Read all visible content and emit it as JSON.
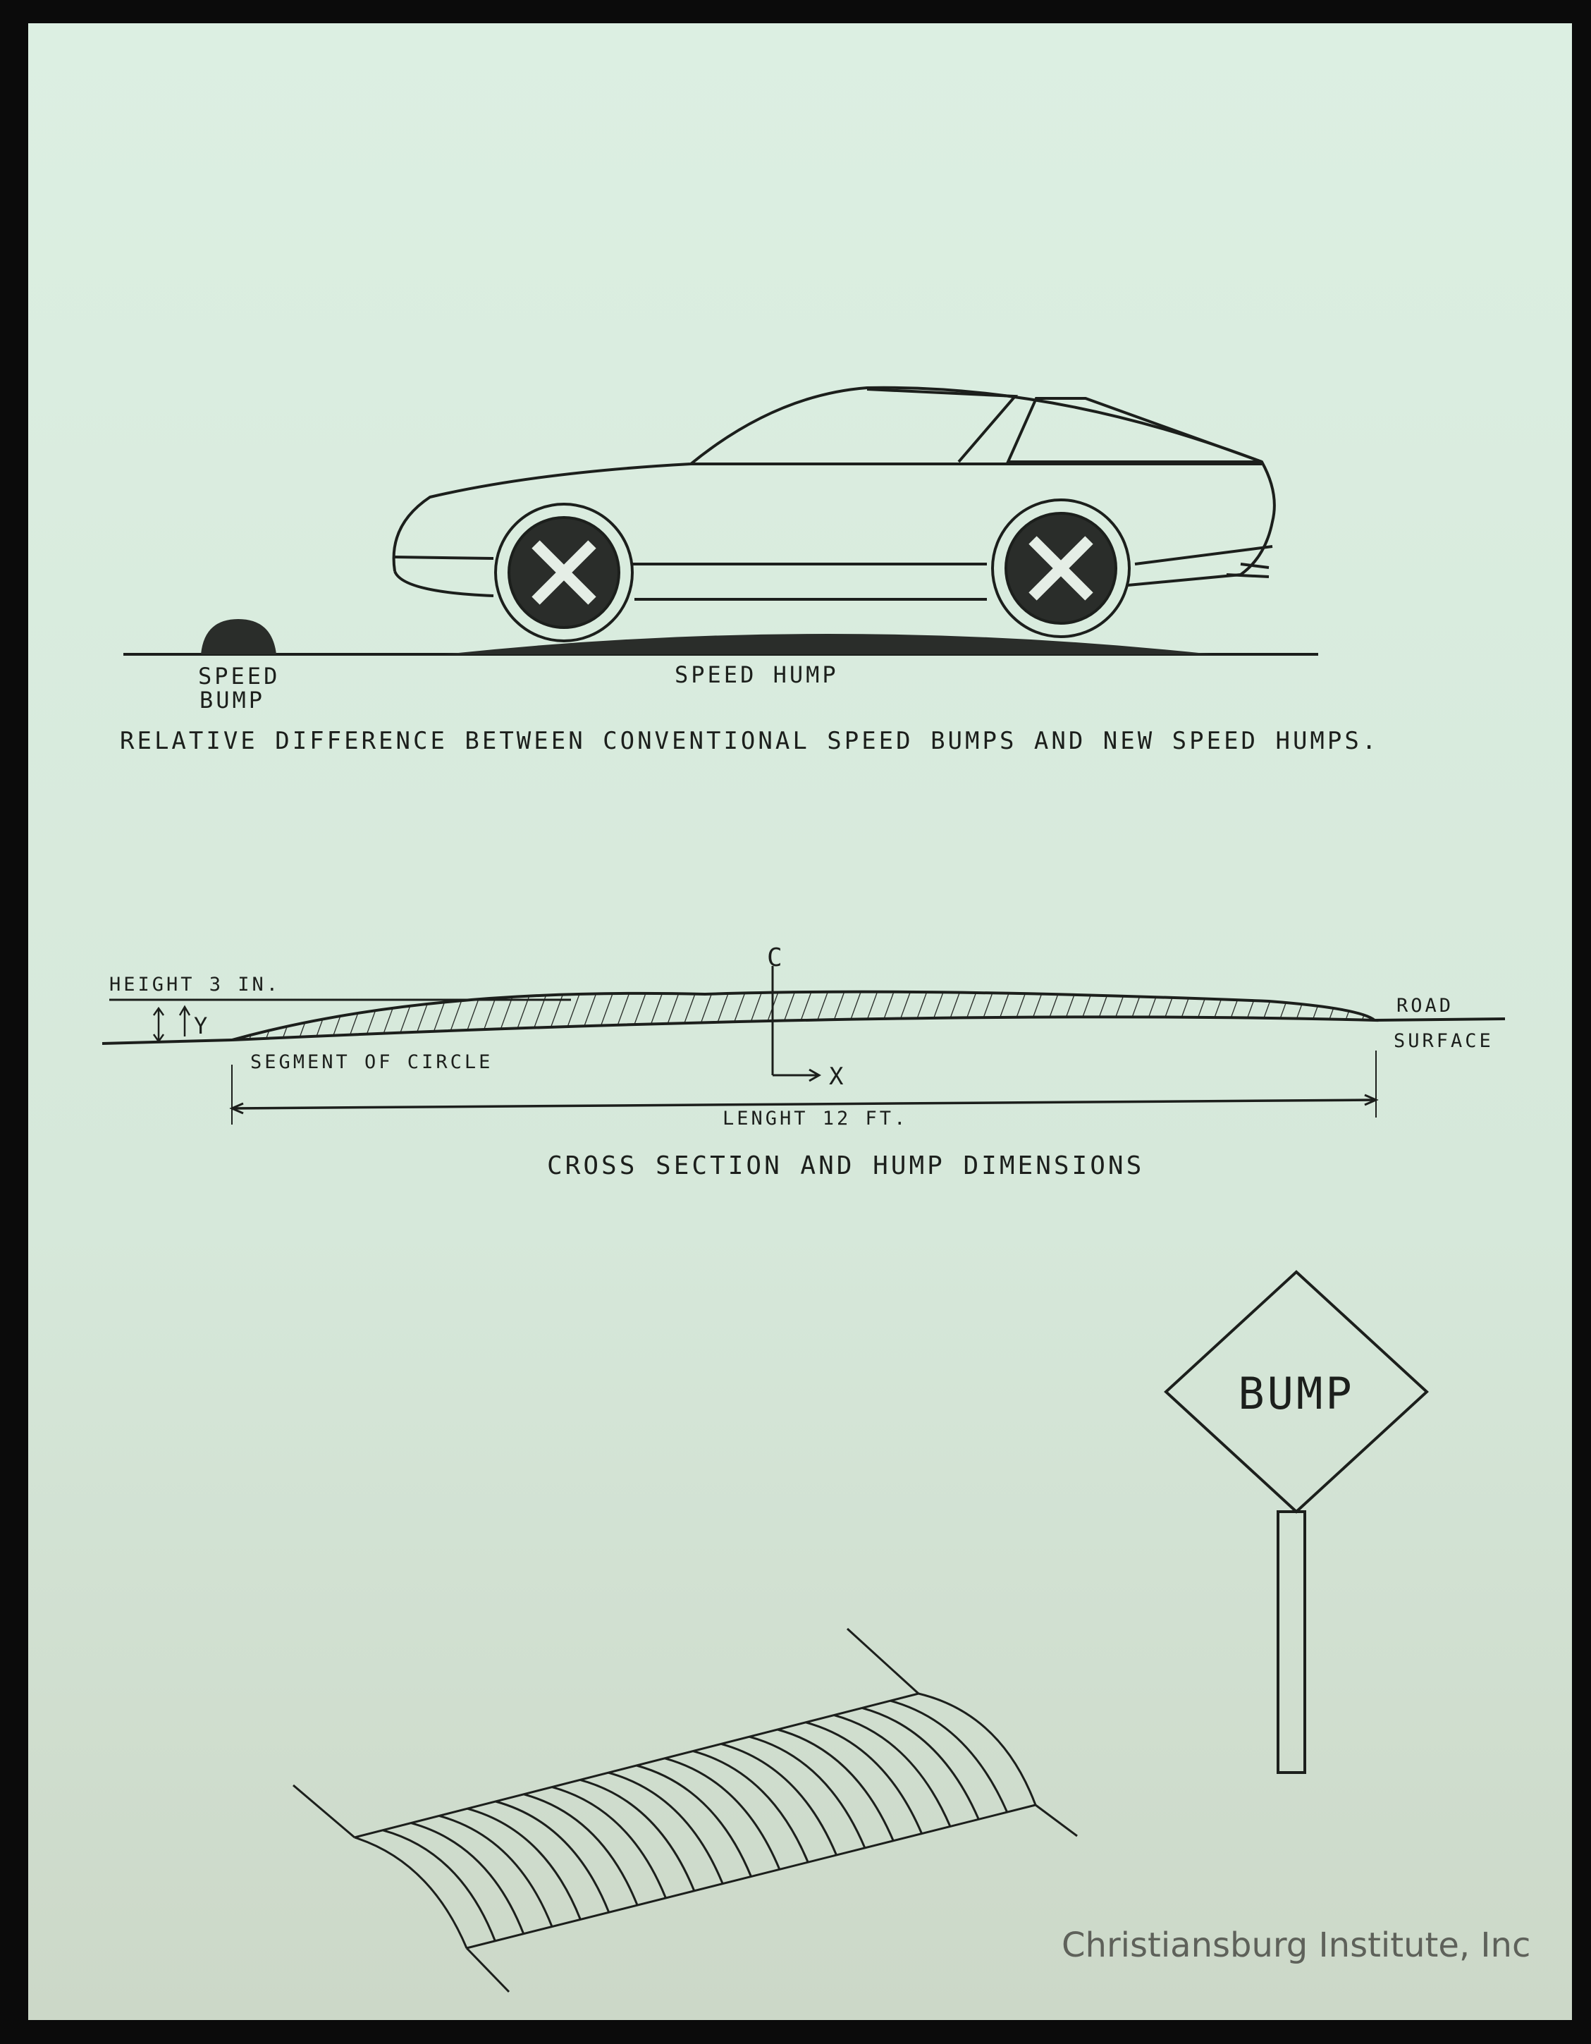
{
  "figure1": {
    "bump_label_line1": "SPEED",
    "bump_label_line2": "BUMP",
    "hump_label": "SPEED HUMP",
    "caption": "RELATIVE DIFFERENCE BETWEEN CONVENTIONAL SPEED BUMPS AND NEW SPEED HUMPS."
  },
  "figure2": {
    "height_label": "HEIGHT 3 IN.",
    "y_label": "Y",
    "centerline_label": "C",
    "x_label": "X",
    "segment_label": "SEGMENT OF CIRCLE",
    "road_label": "ROAD",
    "surface_label": "SURFACE",
    "length_label": "LENGHT 12 FT.",
    "caption": "CROSS  SECTION AND HUMP DIMENSIONS"
  },
  "figure3": {
    "sign_text": "BUMP"
  },
  "watermark": "Christiansburg Institute, Inc",
  "colors": {
    "paper": "#dcebdf",
    "ink": "#1c1f1c"
  }
}
